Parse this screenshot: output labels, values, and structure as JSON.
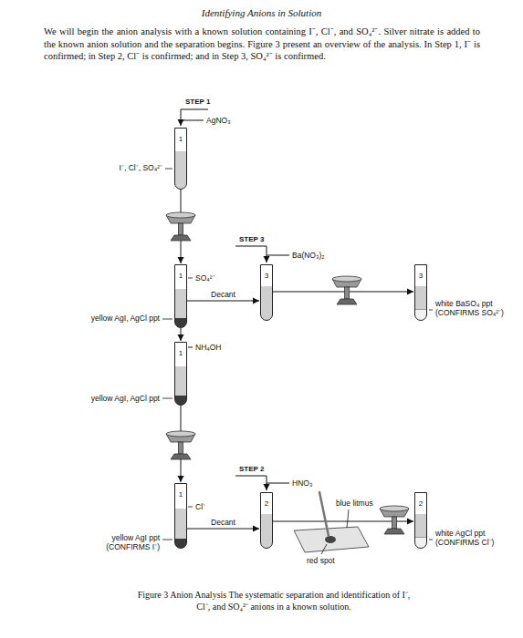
{
  "diagram": {
    "title": "Identifying Anions in Solution",
    "caption": "Figure 3 Anion Analysis The systematic separation and identification of I⁻, Cl⁻, and SO₄²⁻ anions in a known solution.",
    "nodes": [
      {
        "text": [
          "1"
        ]
      },
      {
        "text": [
          "1"
        ]
      },
      {
        "text": [
          "3"
        ]
      },
      {
        "text": [
          "3"
        ]
      },
      {
        "text": [
          "1"
        ]
      },
      {
        "text": [
          "1"
        ]
      },
      {
        "text": [
          "2"
        ]
      },
      {
        "text": [
          "2"
        ]
      }
    ],
    "edges": [
      {
        "from": 0,
        "to": 1,
        "arrow": "to"
      },
      {
        "from": 1,
        "to": 2,
        "label": "Decant",
        "arrow": "to"
      },
      {
        "from": 2,
        "to": 3,
        "arrow": "to"
      },
      {
        "from": 1,
        "to": 4,
        "arrow": "to"
      },
      {
        "from": 4,
        "to": 5,
        "arrow": "to"
      },
      {
        "from": 5,
        "to": 6,
        "label": "Decant",
        "arrow": "to"
      },
      {
        "from": 6,
        "to": 7,
        "arrow": "to"
      }
    ],
    "labels": [
      "STEP 1",
      "AgNO₃",
      "I⁻, Cl⁻, SO₄²⁻",
      "STEP 3",
      "Ba(NO₃)₂",
      "SO₄²⁻",
      "white BaSO₄ ppt (CONFIRMS SO₄²⁻)",
      "yellow AgI, AgCl ppt",
      "NH₄OH",
      "yellow AgI, AgCl ppt",
      "STEP 2",
      "HNO₃",
      "Cl⁻",
      "blue litmus",
      "red spot",
      "yellow AgI ppt (CONFIRMS I⁻)",
      "white AgCl ppt (CONFIRMS Cl⁻)",
      "We will begin the anion analysis with a known solution containing I⁻, Cl⁻, and SO₄²⁻. Silver nitrate is added to the known anion solution and the separation begins. Figure 3 present an overview of the analysis. In Step 1, I⁻ is confirmed; in Step 2, Cl⁻ is confirmed; and in Step 3, SO₄²⁻ is confirmed."
    ]
  }
}
